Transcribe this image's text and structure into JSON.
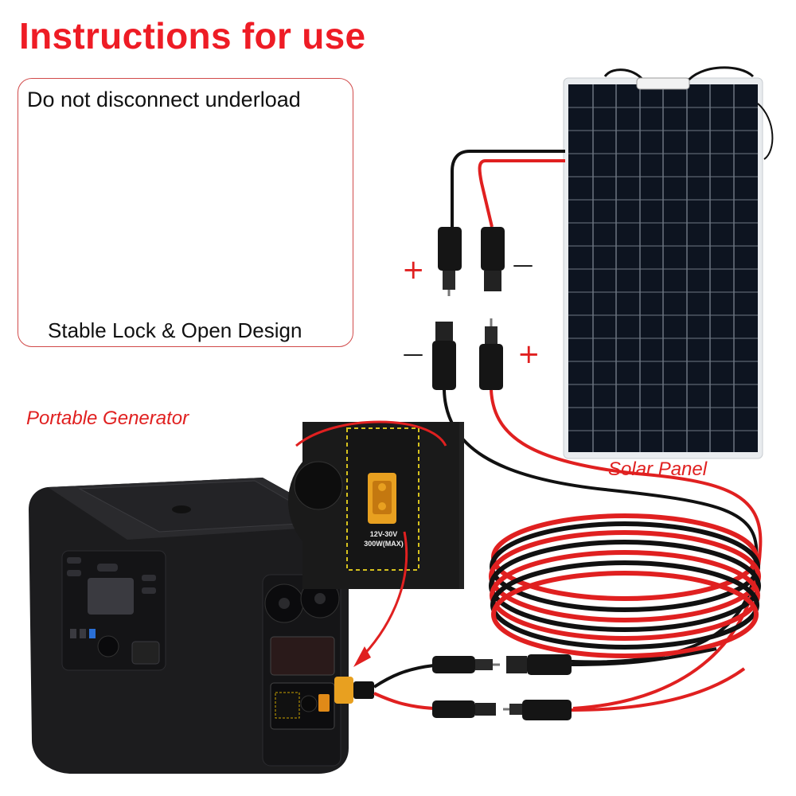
{
  "title": "Instructions for use",
  "callout_box": {
    "top_text": "Do not disconnect underload",
    "bottom_text": "Stable Lock & Open Design"
  },
  "labels": {
    "generator": "Portable Generator",
    "solar_panel": "Solar Panel",
    "input_spec_line1": "12V-30V",
    "input_spec_line2": "300W(MAX)"
  },
  "polarity": {
    "plus": "+",
    "minus": "—"
  },
  "colors": {
    "accent_red": "#ee1c25",
    "cable_red": "#e02020",
    "cable_black": "#111111",
    "generator_body": "#1c1c1e"
  }
}
